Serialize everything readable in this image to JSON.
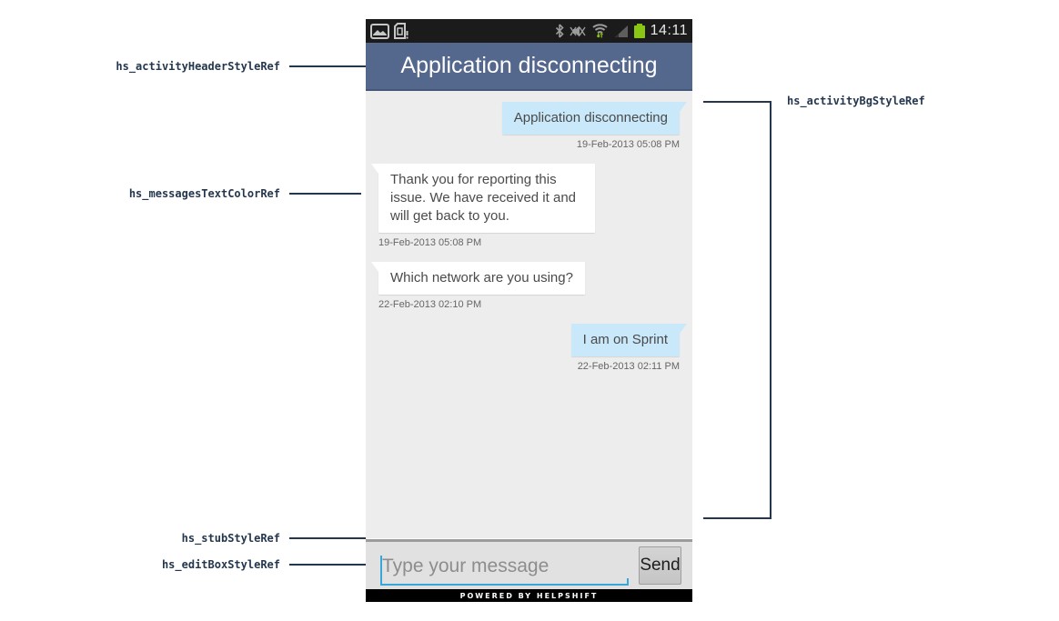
{
  "annotations": {
    "color": "#24374e",
    "left": [
      {
        "label": "hs_activityHeaderStyleRef"
      },
      {
        "label": "hs_messagesTextColorRef"
      },
      {
        "label": "hs_stubStyleRef"
      },
      {
        "label": "hs_editBoxStyleRef"
      }
    ],
    "right": [
      {
        "label": "hs_activityBgStyleRef"
      }
    ]
  },
  "phone": {
    "status_bar": {
      "time": "14:11",
      "icons_left": [
        "gallery-icon",
        "sim-warning-icon"
      ],
      "icons_right": [
        "bluetooth-icon",
        "mute-icon",
        "wifi-icon",
        "signal-icon",
        "battery-icon"
      ],
      "battery_color": "#8ac715",
      "bg": "#1b1b1b"
    },
    "header": {
      "title": "Application disconnecting",
      "bg": "#54678d",
      "text_color": "#ffffff"
    },
    "chat": {
      "bg": "#ededed",
      "bubble_outgoing_color": "#c9e9fa",
      "bubble_incoming_color": "#ffffff",
      "message_text_color": "#4a4a4a",
      "timestamp_color": "#666666",
      "messages": [
        {
          "side": "right",
          "text": "Application disconnecting",
          "timestamp": "19-Feb-2013 05:08 PM"
        },
        {
          "side": "left",
          "text": "Thank you for reporting this issue. We have received it and will get back to you.",
          "timestamp": "19-Feb-2013 05:08 PM"
        },
        {
          "side": "left",
          "text": "Which network are you using?",
          "timestamp": "22-Feb-2013 02:10 PM"
        },
        {
          "side": "right",
          "text": "I am on Sprint",
          "timestamp": "22-Feb-2013 02:11 PM"
        }
      ]
    },
    "composer": {
      "placeholder": "Type your message",
      "send_label": "Send",
      "underline_color": "#35a8d9",
      "bg": "#e1e1e1"
    },
    "footer": {
      "text": "POWERED BY HELPSHIFT",
      "bg": "#000000"
    }
  }
}
